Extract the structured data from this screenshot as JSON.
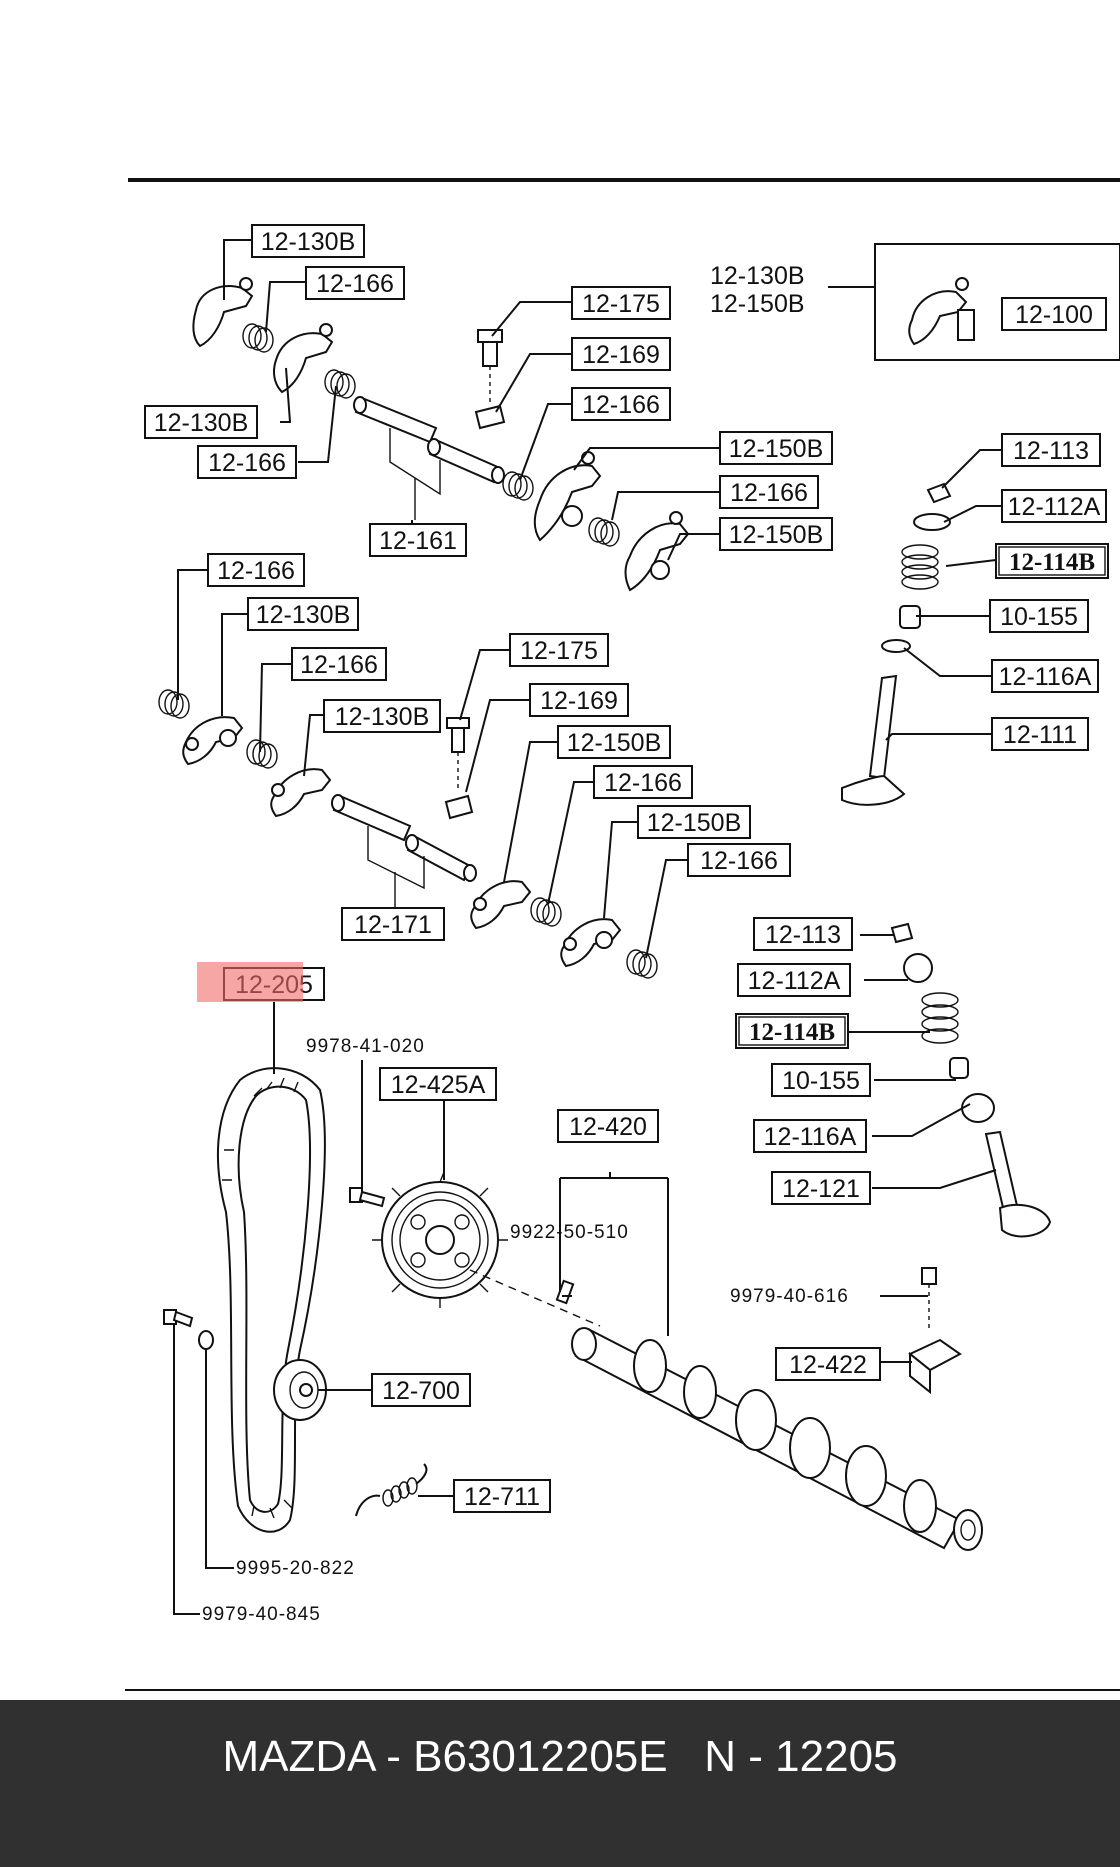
{
  "diagram": {
    "labels": {
      "l130b_top": "12-130B",
      "l166_a": "12-166",
      "l175_top": "12-175",
      "l169_top": "12-169",
      "l166_b": "12-166",
      "l130b_left": "12-130B",
      "l166_c": "12-166",
      "l161": "12-161",
      "l150b_a": "12-150B",
      "l166_d": "12-166",
      "l150b_b": "12-150B",
      "assy_130b": "12-130B",
      "assy_150b": "12-150B",
      "l100": "12-100",
      "l113_top": "12-113",
      "l112a_top": "12-112A",
      "l114b_top": "12-114B",
      "l155_top": "10-155",
      "l116a_top": "12-116A",
      "l111": "12-111",
      "l166_e": "12-166",
      "l130b_mid": "12-130B",
      "l166_f": "12-166",
      "l130b_mid2": "12-130B",
      "l175_mid": "12-175",
      "l169_mid": "12-169",
      "l150b_c": "12-150B",
      "l166_g": "12-166",
      "l150b_d": "12-150B",
      "l166_h": "12-166",
      "l171": "12-171",
      "l205": "12-205",
      "l113_bot": "12-113",
      "l112a_bot": "12-112A",
      "l114b_bot": "12-114B",
      "l155_bot": "10-155",
      "l116a_bot": "12-116A",
      "l121": "12-121",
      "l425a": "12-425A",
      "l420": "12-420",
      "l700": "12-700",
      "l711": "12-711",
      "l422": "12-422",
      "p9978": "9978-41-020",
      "p9922": "9922-50-510",
      "p9979_616": "9979-40-616",
      "p9995": "9995-20-822",
      "p9979_845": "9979-40-845"
    },
    "highlight_color": "#f26b6b",
    "line_color": "#111111"
  },
  "footer": {
    "caption": "MAZDA - B63012205E   N - 12205",
    "background": "#303030",
    "text_color": "#ffffff"
  }
}
